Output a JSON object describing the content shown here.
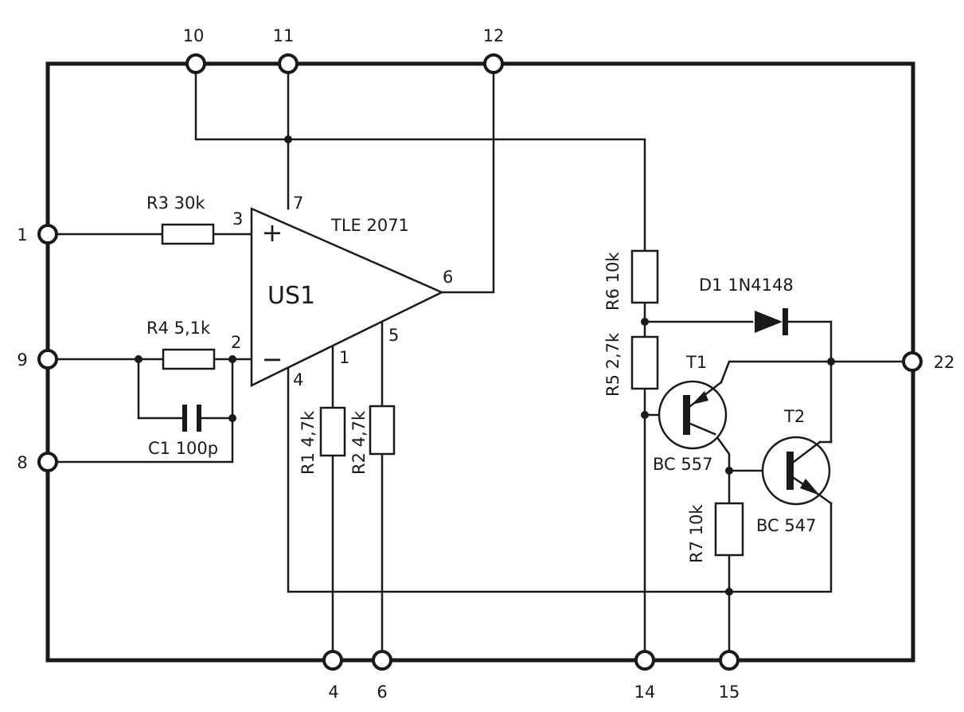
{
  "terminals": {
    "t1": "1",
    "t4": "4",
    "t6": "6",
    "t8": "8",
    "t9": "9",
    "t10": "10",
    "t11": "11",
    "t12": "12",
    "t14": "14",
    "t15": "15",
    "t22": "22"
  },
  "opamp": {
    "ref": "US1",
    "part": "TLE 2071",
    "plus": "+",
    "minus": "−",
    "pins": {
      "p1": "1",
      "p2": "2",
      "p3": "3",
      "p4": "4",
      "p5": "5",
      "p6": "6",
      "p7": "7"
    }
  },
  "components": {
    "r1": "R1 4,7k",
    "r2": "R2 4,7k",
    "r3": "R3 30k",
    "r4": "R4 5,1k",
    "r5": "R5 2,7k",
    "r6": "R6 10k",
    "r7": "R7 10k",
    "c1": "C1 100p",
    "d1": "D1 1N4148",
    "t1_ref": "T1",
    "t1_type": "BC 557",
    "t2_ref": "T2",
    "t2_type": "BC 547"
  }
}
